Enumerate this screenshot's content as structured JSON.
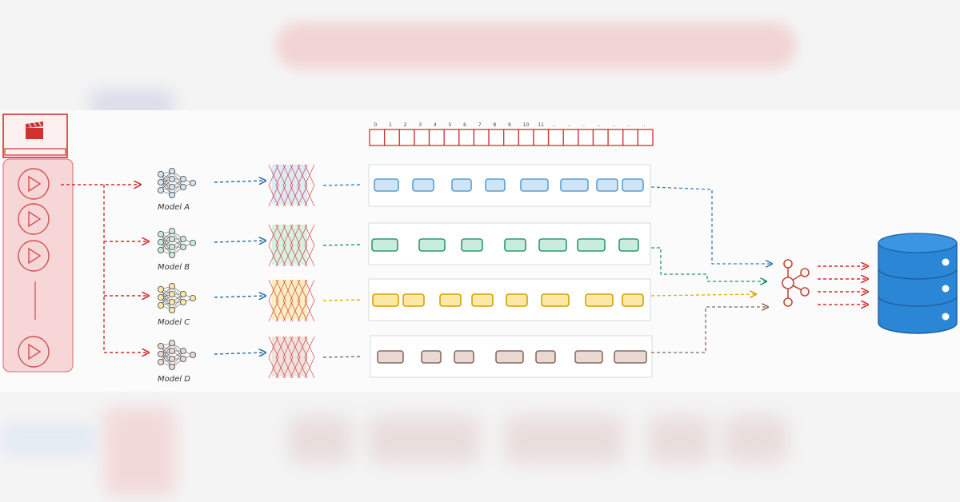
{
  "models": [
    {
      "label": "Model A",
      "color": "#3b7fc4",
      "fill": "#cfe4f5",
      "stroke": "#5a9fd4"
    },
    {
      "label": "Model B",
      "color": "#1f9a6e",
      "fill": "#c9ecdc",
      "stroke": "#2a9a6c"
    },
    {
      "label": "Model C",
      "color": "#e0b000",
      "fill": "#fbe8a6",
      "stroke": "#d4a200"
    },
    {
      "label": "Model D",
      "color": "#8a6a60",
      "fill": "#ead8d2",
      "stroke": "#8a6a60"
    }
  ],
  "timeline_ticks": [
    "0",
    "1",
    "2",
    "3",
    "4",
    "5",
    "6",
    "7",
    "8",
    "9",
    "10",
    "11",
    "..",
    "..",
    "..",
    "..",
    "..",
    "..",
    ".."
  ],
  "colors": {
    "arrow_red": "#d0322f",
    "video_panel": "#f6d6d6",
    "video_border": "#e06a6a",
    "database_blue": "#2b86d6"
  },
  "icons": {
    "video_header": "clapperboard-icon",
    "video_item": "play-icon",
    "model": "neural-network-icon",
    "embedding": "embedding-stack-icon",
    "aggregator": "kafka-icon",
    "storage": "database-icon"
  }
}
